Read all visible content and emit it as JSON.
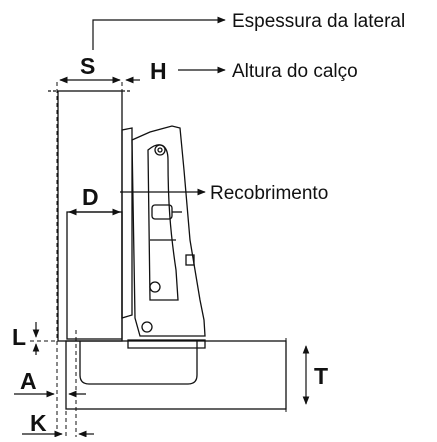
{
  "diagram": {
    "colors": {
      "line": "#111111",
      "background": "#ffffff"
    },
    "callouts": {
      "side_thickness": "Espessura da lateral",
      "plate_height": "Altura do calço",
      "overlay": "Recobrimento"
    },
    "dimensions": {
      "S": "S",
      "H": "H",
      "D": "D",
      "L": "L",
      "A": "A",
      "T": "T",
      "K": "K"
    }
  }
}
